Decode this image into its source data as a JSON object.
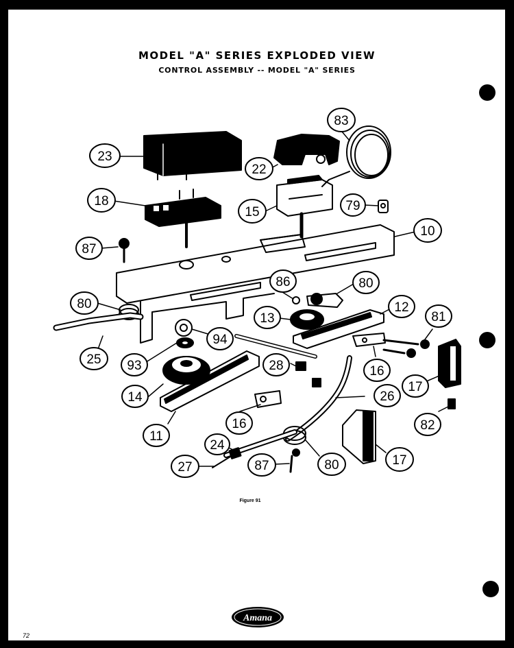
{
  "title": "MODEL \"A\" SERIES EXPLODED VIEW",
  "subtitle": "CONTROL ASSEMBLY -- MODEL \"A\" SERIES",
  "caption": "Figure 91",
  "page_number": "72",
  "brand_logo": "Amana",
  "callouts": {
    "c23": "23",
    "c22": "22",
    "c83": "83",
    "c18": "18",
    "c15": "15",
    "c79": "79",
    "c10": "10",
    "c87a": "87",
    "c86": "86",
    "c80a": "80",
    "c80b": "80",
    "c12": "12",
    "c13": "13",
    "c81": "81",
    "c25": "25",
    "c94": "94",
    "c93": "93",
    "c28": "28",
    "c16a": "16",
    "c14": "14",
    "c17a": "17",
    "c26": "26",
    "c16b": "16",
    "c82": "82",
    "c11": "11",
    "c24": "24",
    "c27": "27",
    "c87b": "87",
    "c80c": "80",
    "c17b": "17"
  }
}
